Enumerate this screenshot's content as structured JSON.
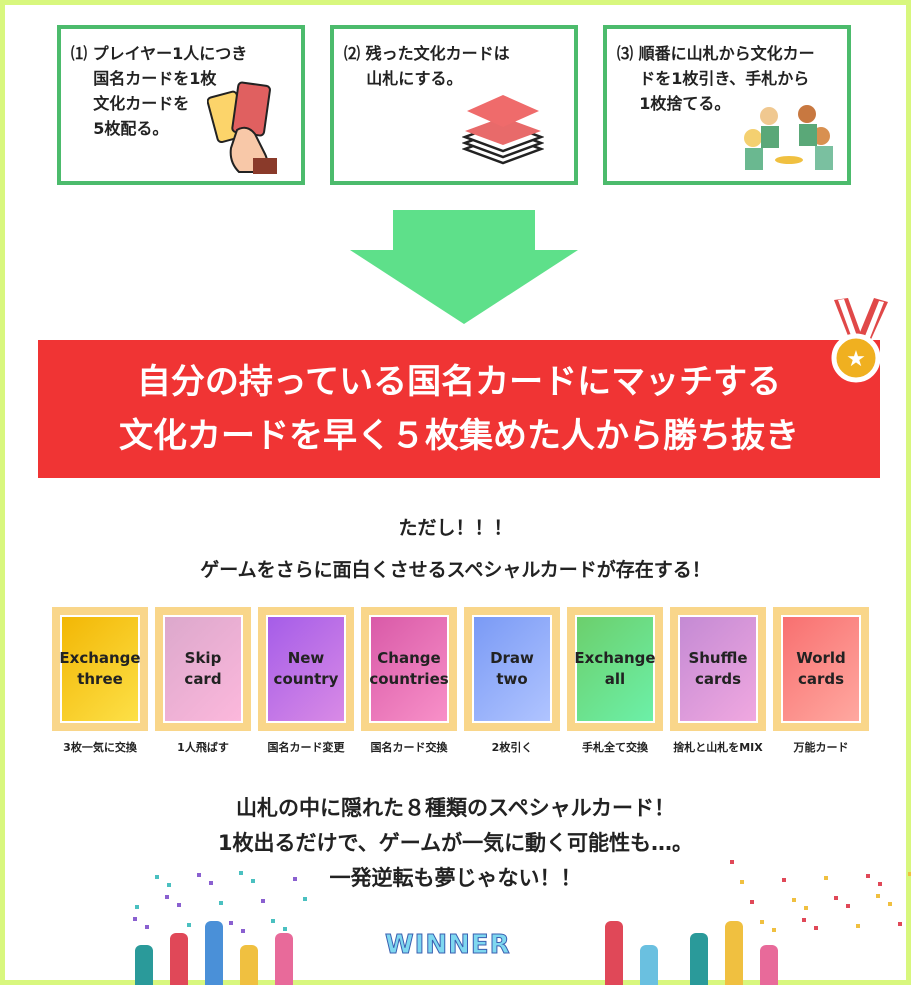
{
  "steps": [
    {
      "text": "⑴ プレイヤー1人につき\n    国名カードを1枚\n    文化カードを\n    5枚配る。",
      "icon": "hand-cards-icon"
    },
    {
      "text": "⑵ 残った文化カードは\n    山札にする。",
      "icon": "card-stack-icon"
    },
    {
      "text": "⑶ 順番に山札から文化カー\n    ドを1枚引き、手札から\n    1枚捨てる。",
      "icon": "children-playing-icon"
    }
  ],
  "banner": {
    "line1": "自分の持っている国名カードにマッチする",
    "line2": "文化カードを早く５枚集めた人から勝ち抜き"
  },
  "note": {
    "line1": "ただし！！！",
    "line2": "ゲームをさらに面白くさせるスペシャルカードが存在する！"
  },
  "cards": [
    {
      "name": "Exchange three",
      "desc": "3枚一気に交換",
      "color1": "#f2b705",
      "color2": "#fde047"
    },
    {
      "name": "Skip card",
      "desc": "1人飛ばす",
      "color1": "#dca8cc",
      "color2": "#fcb8dc"
    },
    {
      "name": "New country",
      "desc": "国名カード変更",
      "color1": "#a55de8",
      "color2": "#d98ae6"
    },
    {
      "name": "Change countries",
      "desc": "国名カード交換",
      "color1": "#d95aa8",
      "color2": "#f890c8"
    },
    {
      "name": "Draw two",
      "desc": "2枚引く",
      "color1": "#7a9af5",
      "color2": "#b0c4ff"
    },
    {
      "name": "Exchange all",
      "desc": "手札全て交換",
      "color1": "#6ccf6c",
      "color2": "#6cf0a8"
    },
    {
      "name": "Shuffle cards",
      "desc": "捨札と山札をMIX",
      "color1": "#c48ad4",
      "color2": "#f0a8e0"
    },
    {
      "name": "World cards",
      "desc": "万能カード",
      "color1": "#f87070",
      "color2": "#ffa8a0"
    }
  ],
  "closing": {
    "line1": "山札の中に隠れた８種類のスペシャルカード！",
    "line2": "1枚出るだけで、ゲームが一気に動く可能性も…。",
    "line3": "一発逆転も夢じゃない！！"
  },
  "winner_logo": "WINNER"
}
